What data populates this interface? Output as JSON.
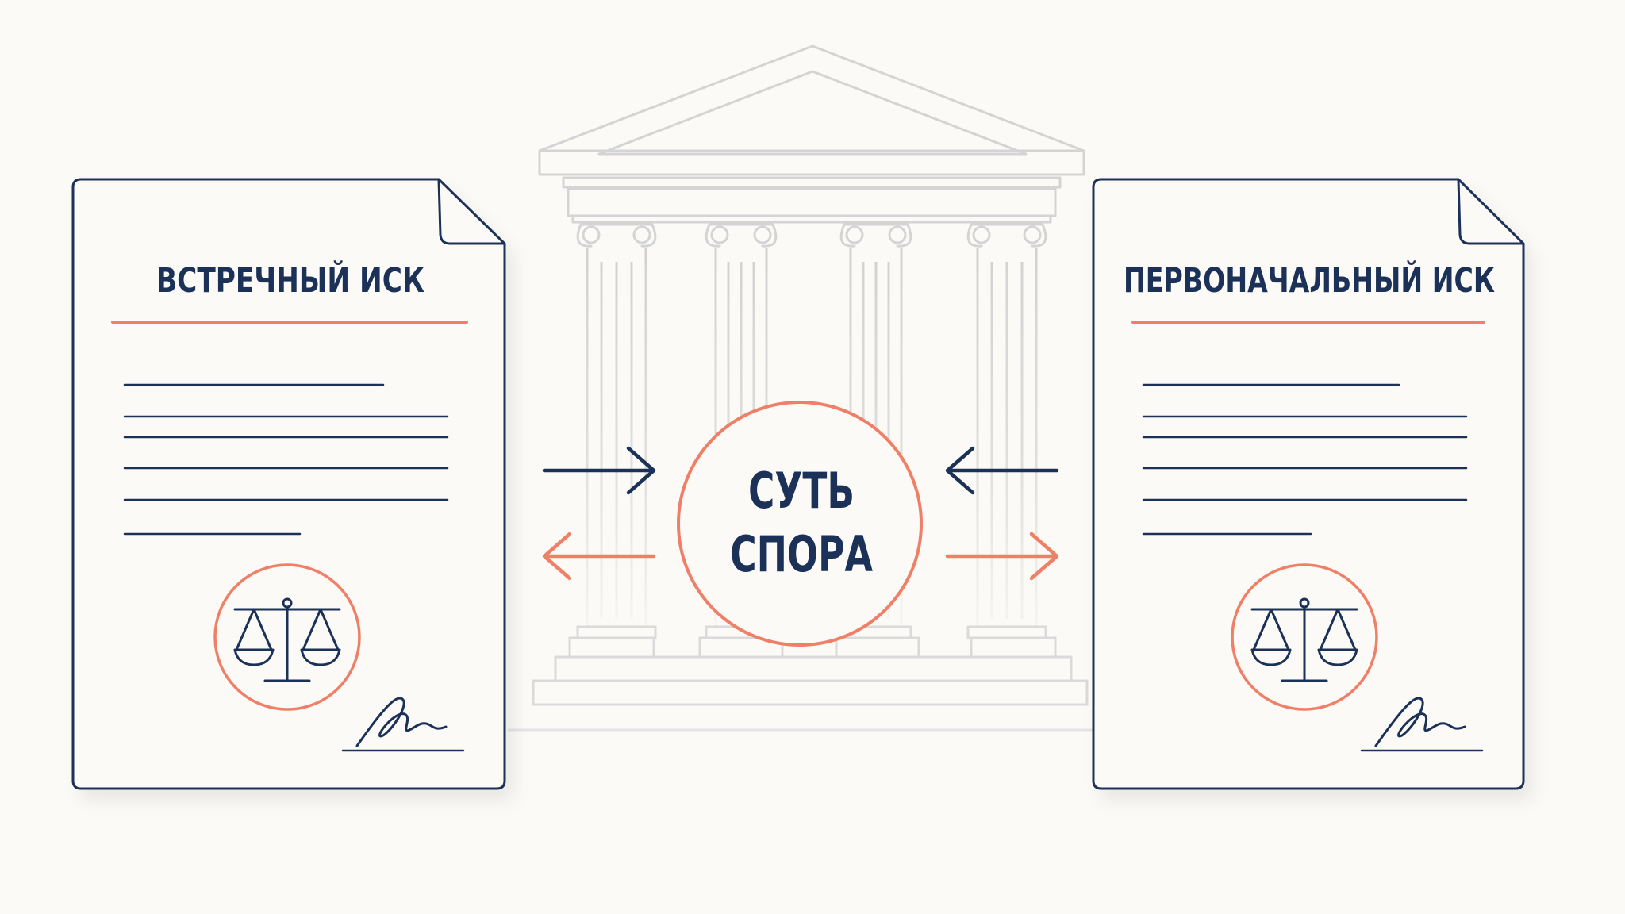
{
  "colors": {
    "background": "#FBFAF6",
    "navy": "#1C3157",
    "coral": "#F07F67",
    "building": "#D4D4D4",
    "paper": "#FBFAF7"
  },
  "documents": {
    "left": {
      "title": "ВСТРЕЧНЫЙ ИСК",
      "icon": "scales-of-justice-icon"
    },
    "right": {
      "title": "ПЕРВОНАЧАЛЬНЫЙ ИСК",
      "icon": "scales-of-justice-icon"
    }
  },
  "center": {
    "line1": "СУТЬ",
    "line2": "СПОРА"
  },
  "background_icon": "courthouse-icon"
}
